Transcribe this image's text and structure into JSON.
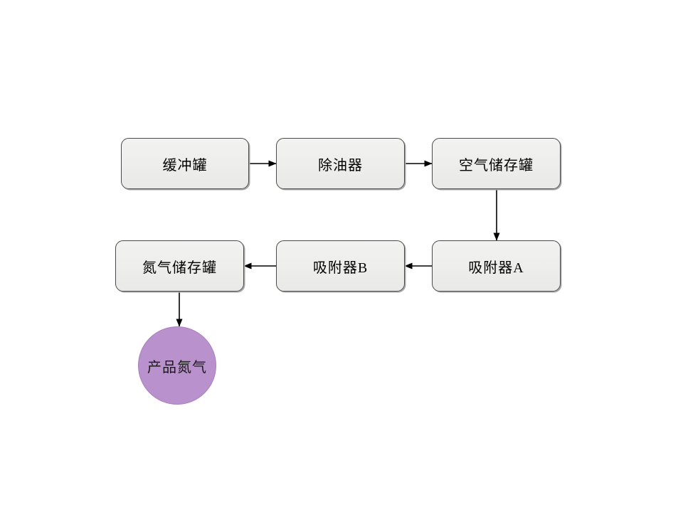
{
  "diagram": {
    "type": "flowchart",
    "nodes": {
      "buffer_tank": {
        "label": "缓冲罐",
        "shape": "rounded-rect"
      },
      "oil_remover": {
        "label": "除油器",
        "shape": "rounded-rect"
      },
      "air_storage_tank": {
        "label": "空气储存罐",
        "shape": "rounded-rect"
      },
      "nitrogen_storage_tank": {
        "label": "氮气储存罐",
        "shape": "rounded-rect"
      },
      "adsorber_b": {
        "label": "吸附器B",
        "shape": "rounded-rect"
      },
      "adsorber_a": {
        "label": "吸附器A",
        "shape": "rounded-rect"
      },
      "product_nitrogen": {
        "label": "产品氮气",
        "shape": "circle"
      }
    },
    "edges": [
      {
        "from": "buffer_tank",
        "to": "oil_remover",
        "direction": "right"
      },
      {
        "from": "oil_remover",
        "to": "air_storage_tank",
        "direction": "right"
      },
      {
        "from": "air_storage_tank",
        "to": "adsorber_a",
        "direction": "down"
      },
      {
        "from": "adsorber_a",
        "to": "adsorber_b",
        "direction": "left"
      },
      {
        "from": "adsorber_b",
        "to": "nitrogen_storage_tank",
        "direction": "left"
      },
      {
        "from": "nitrogen_storage_tank",
        "to": "product_nitrogen",
        "direction": "down"
      }
    ],
    "colors": {
      "node_fill": "#eeeeee",
      "node_border": "#4a4a4a",
      "circle_fill": "#b991cd",
      "circle_border": "#a87fc0",
      "arrow": "#000000",
      "text": "#000000",
      "background": "#ffffff"
    }
  }
}
